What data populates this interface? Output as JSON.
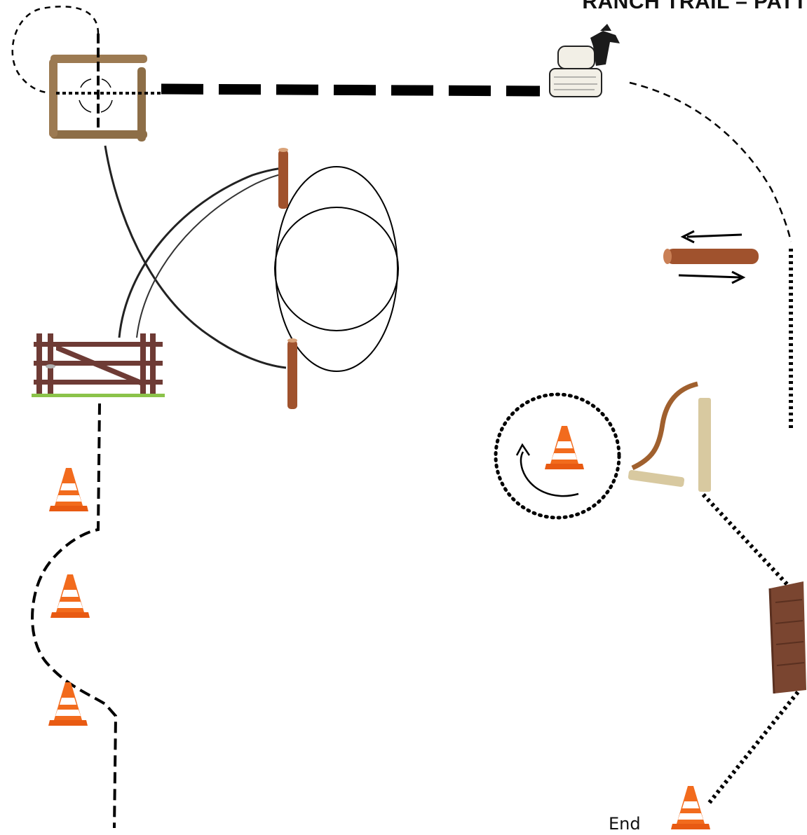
{
  "title": "RANCH TRAIL – PATT",
  "end_label": "End",
  "colors": {
    "path": "#000000",
    "log": "#a0522d",
    "cone": "#f26b1d",
    "gate": "#6e3b35",
    "grass": "#8bc34a",
    "bridge": "#7a4530",
    "box_log": "#9c7a52"
  },
  "obstacles": [
    {
      "name": "log-box-pivot"
    },
    {
      "name": "hay-bale-with-dog"
    },
    {
      "name": "figure-eight-post-top"
    },
    {
      "name": "figure-eight-post-bottom"
    },
    {
      "name": "ground-pole-back-up"
    },
    {
      "name": "gate"
    },
    {
      "name": "cone-1"
    },
    {
      "name": "cone-2"
    },
    {
      "name": "cone-3"
    },
    {
      "name": "cone-circle"
    },
    {
      "name": "rope-post"
    },
    {
      "name": "wooden-bridge"
    },
    {
      "name": "cone-end"
    }
  ]
}
